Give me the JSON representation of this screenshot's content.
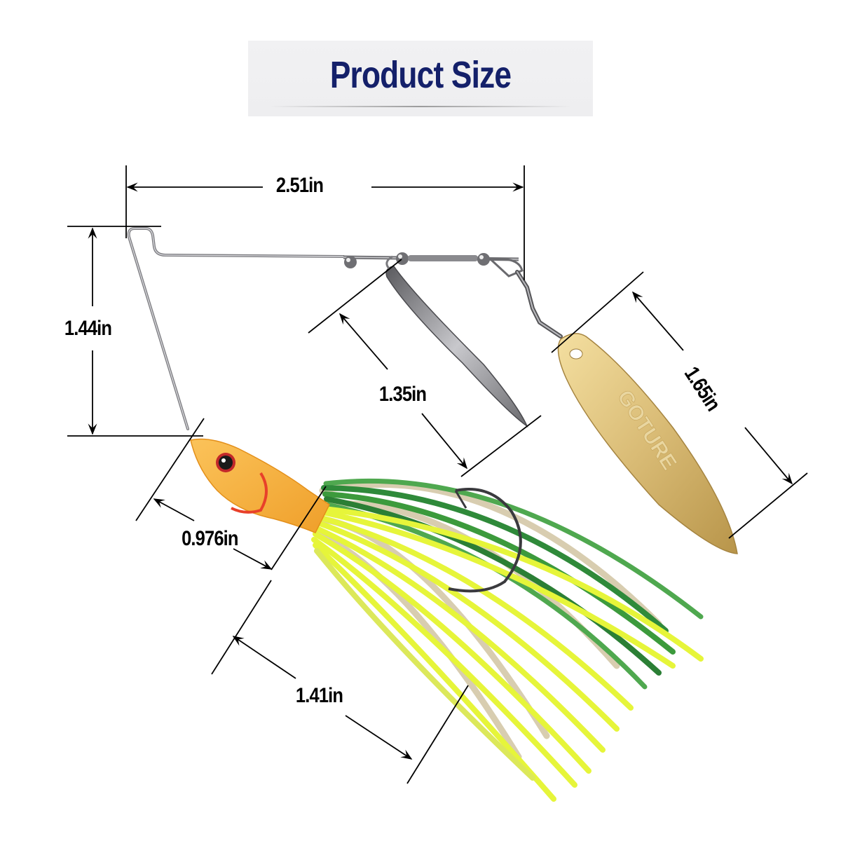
{
  "title": "Product Size",
  "colors": {
    "title_text": "#14206a",
    "banner_bg": "#f0f0f2",
    "dimension_line": "#000000",
    "wire": "#8a8a8e",
    "head": "#f2a93b",
    "gold_blade": "#d8b870",
    "silver_blade": "#9a9a9e",
    "skirt_green": "#3c9a3c",
    "skirt_chartreuse": "#e6f53a",
    "skirt_clear": "#d8cdb0"
  },
  "dimensions": {
    "overall_length": "2.51in",
    "arm_height": "1.44in",
    "silver_blade_length": "1.35in",
    "gold_blade_length": "1.65in",
    "head_length": "0.976in",
    "skirt_length": "1.41in"
  },
  "product": {
    "blade_brand_text": "GOTURE"
  }
}
